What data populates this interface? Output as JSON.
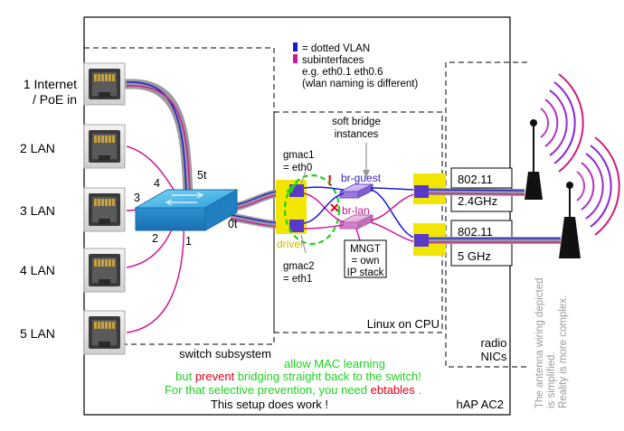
{
  "legend": {
    "line1": "= dotted VLAN",
    "line2": "subinterfaces",
    "line3": "e.g. eth0.1 eth0.6",
    "line4": "(wlan naming is different)"
  },
  "ports": {
    "p1a": "1 Internet",
    "p1b": "/ PoE in",
    "p2": "2 LAN",
    "p3": "3 LAN",
    "p4": "4 LAN",
    "p5": "5 LAN"
  },
  "switch_ports": {
    "s1": "1",
    "s2": "2",
    "s3": "3",
    "s4": "4",
    "s5t": "5t",
    "s0t": "0t"
  },
  "soft_bridge": {
    "line1": "soft bridge",
    "line2": "instances"
  },
  "gmac1": {
    "line1": "gmac1",
    "line2": "= eth0"
  },
  "gmac2": {
    "line1": "gmac2",
    "line2": "= eth1"
  },
  "driver_label": "driver",
  "exclaim": "!",
  "cross": "✕",
  "br_guest": "br-guest",
  "br_lan": "br-lan",
  "mngt": {
    "line1": "MNGT",
    "line2": "= own",
    "line3": "IP stack"
  },
  "radio1": {
    "top": "802.11",
    "bottom": "2.4GHz"
  },
  "radio2": {
    "top": "802.11",
    "bottom": "5 GHz"
  },
  "linux_label": "Linux on CPU",
  "radio_label": {
    "line1": "radio",
    "line2": "NICs"
  },
  "switch_subsystem": "switch subsystem",
  "notes": {
    "line1": "allow MAC learning",
    "line2_a": "but ",
    "line2_b": "prevent",
    "line2_c": " bridging straight back to the switch!",
    "line3_a": "For that selective prevention, you need ",
    "line3_b": "ebtables",
    "line3_c": " .",
    "line4": "This setup does work !"
  },
  "device": "hAP AC2",
  "antenna_note": {
    "line1": "The antenna wiring depicted",
    "line2": "is simplified.",
    "line3": "Reality is more complex."
  },
  "colors": {
    "vlan_blue": "#1a1ad0",
    "vlan_magenta": "#d0189a",
    "switch_blue": "#29a6e0",
    "driver_yellow": "#f2e600",
    "green": "#1fd11f",
    "red": "#e0001a",
    "grey_text": "#9a9a9a",
    "bridge_purple": "#7a30d0"
  }
}
